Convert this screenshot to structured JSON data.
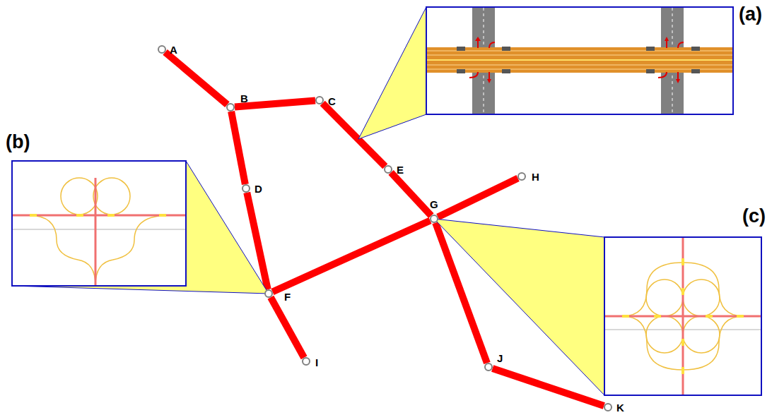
{
  "diagram": {
    "nodes": [
      {
        "text": [
          "A"
        ]
      },
      {
        "text": [
          "B"
        ]
      },
      {
        "text": [
          "C"
        ]
      },
      {
        "text": [
          "D"
        ]
      },
      {
        "text": [
          "E"
        ]
      },
      {
        "text": [
          "F"
        ]
      },
      {
        "text": [
          "G"
        ]
      },
      {
        "text": [
          "H"
        ]
      },
      {
        "text": [
          "I"
        ]
      },
      {
        "text": [
          "J"
        ]
      },
      {
        "text": [
          "K"
        ]
      }
    ],
    "edges": [
      {
        "from": 0,
        "to": 1,
        "arrow": "none"
      },
      {
        "from": 1,
        "to": 2,
        "arrow": "none"
      },
      {
        "from": 1,
        "to": 3,
        "arrow": "none"
      },
      {
        "from": 3,
        "to": 5,
        "arrow": "none"
      },
      {
        "from": 2,
        "to": 4,
        "arrow": "none"
      },
      {
        "from": 4,
        "to": 6,
        "arrow": "none"
      },
      {
        "from": 5,
        "to": 6,
        "arrow": "none"
      },
      {
        "from": 6,
        "to": 7,
        "arrow": "none"
      },
      {
        "from": 5,
        "to": 8,
        "arrow": "none"
      },
      {
        "from": 6,
        "to": 9,
        "arrow": "none"
      },
      {
        "from": 9,
        "to": 10,
        "arrow": "none"
      }
    ],
    "labels": [
      "(a)",
      "(b)",
      "(c)"
    ]
  }
}
